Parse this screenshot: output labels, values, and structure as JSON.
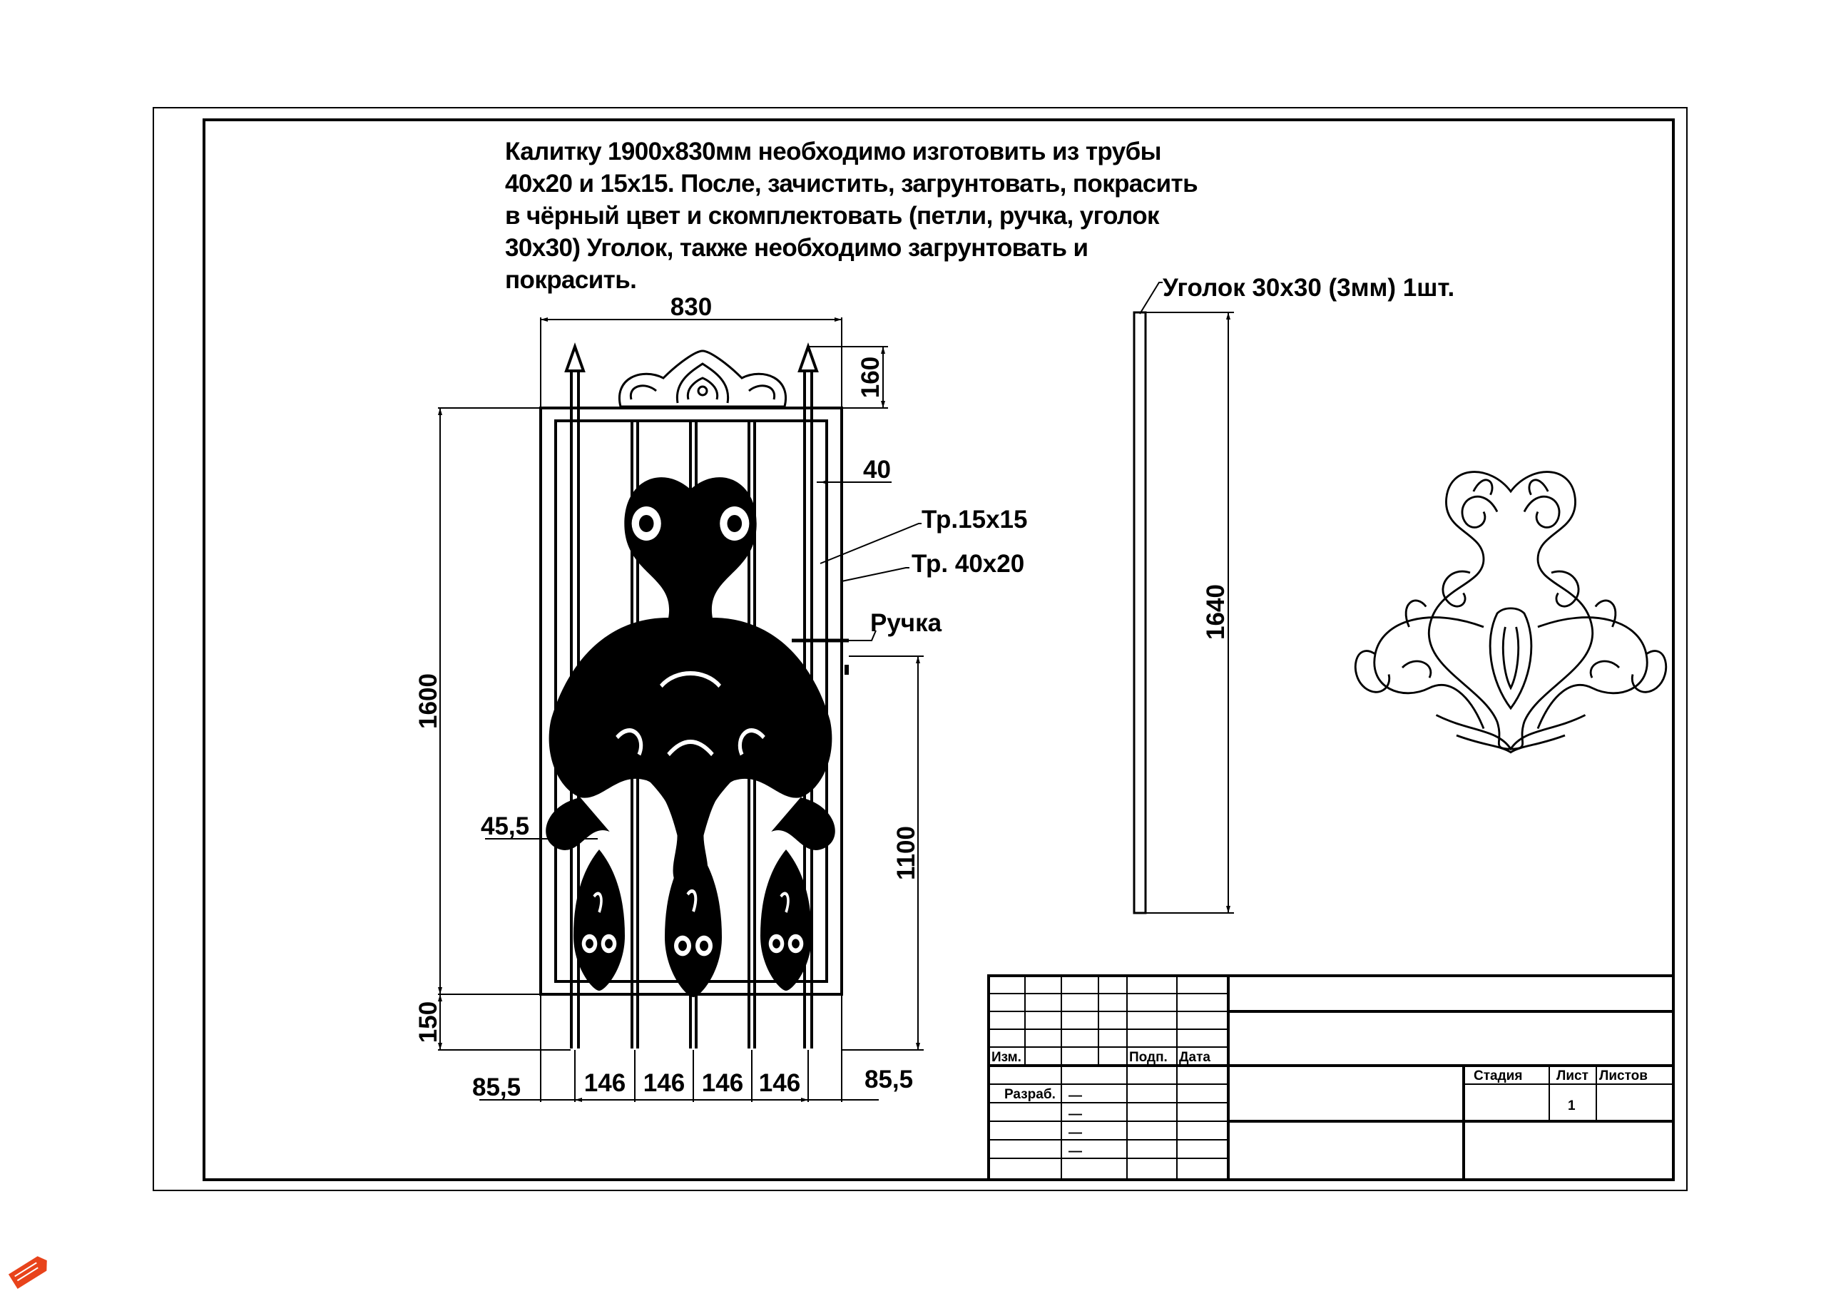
{
  "notes": {
    "line1": "Калитку 1900х830мм необходимо изготовить из трубы",
    "line2": "40х20 и 15х15. После, зачистить, загрунтовать, покрасить",
    "line3": "в чёрный цвет и скомплектовать (петли, ручка, уголок",
    "line4": "30х30) Уголок, также необходимо загрунтовать и",
    "line5": "покрасить."
  },
  "dimensions": {
    "width_total": "830",
    "top_spike": "160",
    "frame_tube": "40",
    "height_frame": "1600",
    "bottom_leg": "150",
    "handle_height": "1100",
    "inner_offset": "45,5",
    "edge_left": "85,5",
    "edge_right": "85,5",
    "spacing": [
      "146",
      "146",
      "146",
      "146"
    ],
    "angle_length": "1640"
  },
  "labels": {
    "tube_15": "Тр.15х15",
    "tube_40": "Тр. 40х20",
    "handle": "Ручка",
    "angle": "Уголок 30х30 (3мм) 1шт."
  },
  "title_block": {
    "izm": "Изм.",
    "podp": "Подп.",
    "data": "Дата",
    "razrab": "Разраб.",
    "stadia": "Стадия",
    "list": "Лист",
    "listov": "Листов",
    "list_number": "1",
    "dash": "—"
  },
  "colors": {
    "line": "#000000",
    "paper": "#ffffff",
    "logo": "#e8431b"
  }
}
